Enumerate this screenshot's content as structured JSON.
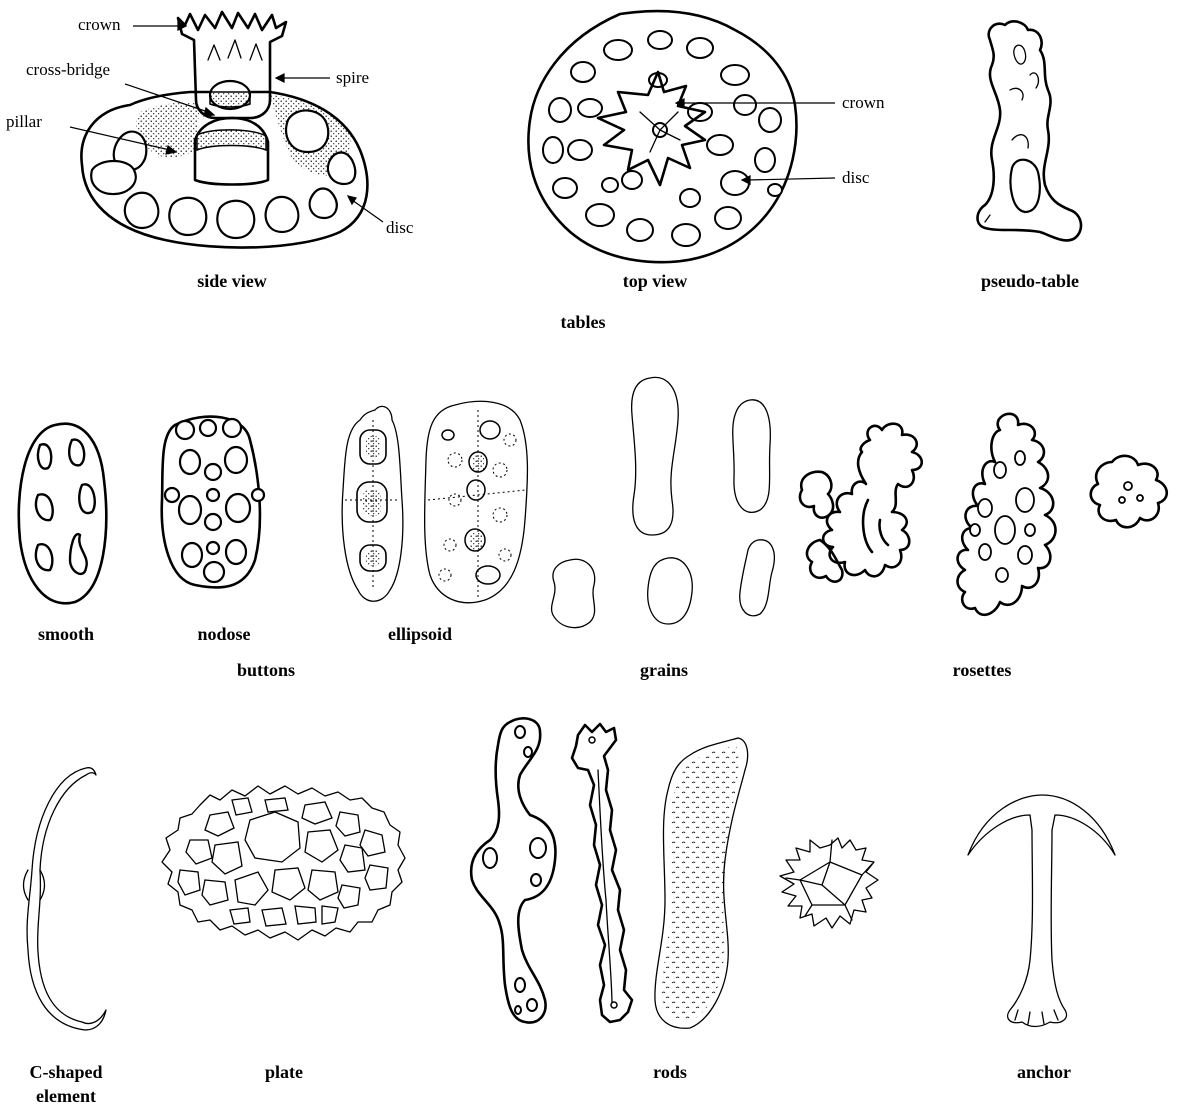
{
  "groups": {
    "tables": "tables",
    "buttons": "buttons",
    "grains": "grains",
    "rosettes": "rosettes"
  },
  "captions": {
    "side_view": "side view",
    "top_view": "top view",
    "pseudo_table": "pseudo-table",
    "smooth": "smooth",
    "nodose": "nodose",
    "ellipsoid": "ellipsoid",
    "c_shaped_line1": "C-shaped",
    "c_shaped_line2": "element",
    "plate": "plate",
    "rods": "rods",
    "anchor": "anchor"
  },
  "annotations": {
    "side_crown": "crown",
    "cross_bridge": "cross-bridge",
    "spire": "spire",
    "pillar": "pillar",
    "side_disc": "disc",
    "top_crown": "crown",
    "top_disc": "disc"
  }
}
